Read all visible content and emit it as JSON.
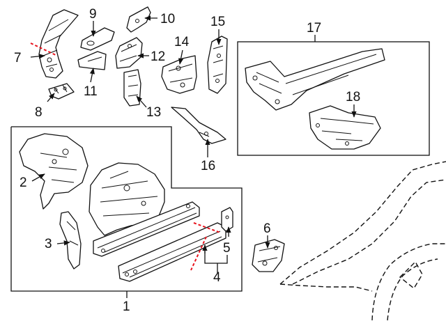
{
  "diagram": {
    "callouts": [
      "1",
      "2",
      "3",
      "4",
      "5",
      "6",
      "7",
      "8",
      "9",
      "10",
      "11",
      "12",
      "13",
      "14",
      "15",
      "16",
      "17",
      "18"
    ],
    "cut_line_color": "#e8141e",
    "line_color": "#111111"
  }
}
